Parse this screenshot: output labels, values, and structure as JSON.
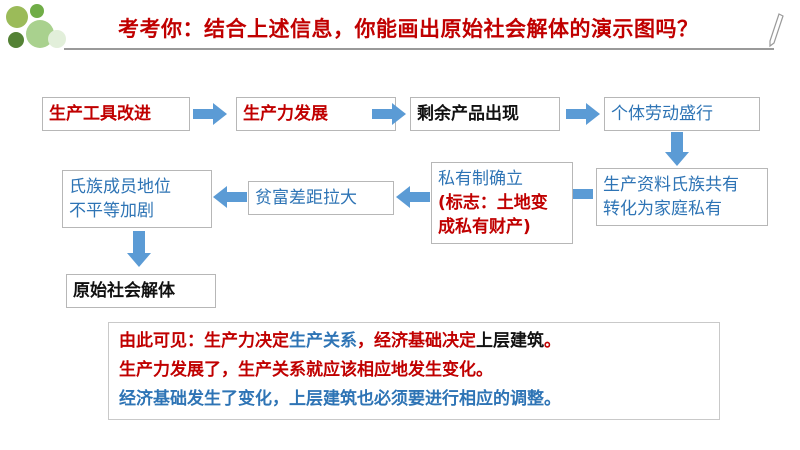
{
  "title": "考考你：结合上述信息，你能画出原始社会解体的演示图吗？",
  "nodes": {
    "n1": "生产工具改进",
    "n2": "生产力发展",
    "n3": "剩余产品出现",
    "n4": "个体劳动盛行",
    "n5_line1": "生产资料氏族共有",
    "n5_line2": "转化为家庭私有",
    "n6_line1": "私有制确立",
    "n6_line2": "(标志：土地变",
    "n6_line3": "成私有财产)",
    "n7": "贫富差距拉大",
    "n8_line1": "氏族成员地位",
    "n8_line2": "不平等加剧",
    "n9": "原始社会解体"
  },
  "conclusion": {
    "l1_a": "由此可见：生产力决定",
    "l1_b": "生产关系",
    "l1_c": "，经济基础",
    "l1_d": "决定",
    "l1_e": "上层建筑",
    "l1_f": "。",
    "l2": "生产力发展了，生产关系就应该相应地发生变化。",
    "l3_a": "经济基础",
    "l3_b": "发生了变化，上层建筑也必须要进行相应的调整。"
  },
  "colors": {
    "red": "#c00000",
    "blue": "#2e74b5",
    "arrow": "#5b9bd5",
    "deco_green": "#70ad47"
  },
  "icons": [
    "decorative-circles-icon",
    "pen-icon"
  ]
}
